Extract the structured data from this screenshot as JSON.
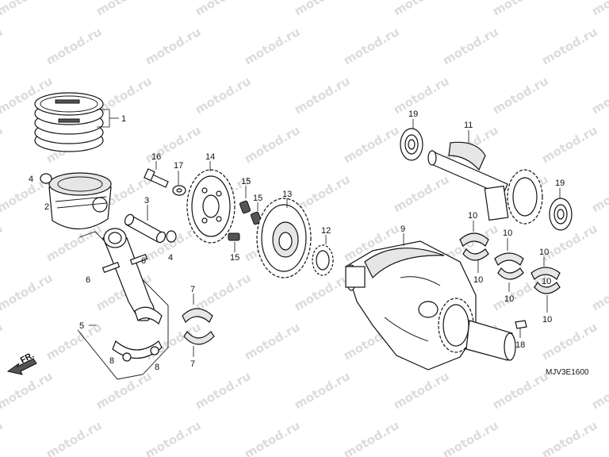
{
  "watermark": {
    "text": "motod.ru",
    "color": "#dcdcdc"
  },
  "diagram_code": "MJV3E1600",
  "direction_label": "FR.",
  "callouts": {
    "c1": "1",
    "c2": "2",
    "c3": "4",
    "c4": "4",
    "c5": "16",
    "c6": "17",
    "c7": "14",
    "c8": "3",
    "c9": "15",
    "c10": "15",
    "c11": "15",
    "c12": "13",
    "c13": "12",
    "c14": "9",
    "c15": "19",
    "c16": "11",
    "c17": "19",
    "c18": "6",
    "c19": "6",
    "c20": "5",
    "c21": "8",
    "c22": "8",
    "c23": "7",
    "c24": "7",
    "c25": "10",
    "c26": "10",
    "c27": "10",
    "c28": "10",
    "c29": "10",
    "c30": "10",
    "c31": "10",
    "c32": "18"
  }
}
